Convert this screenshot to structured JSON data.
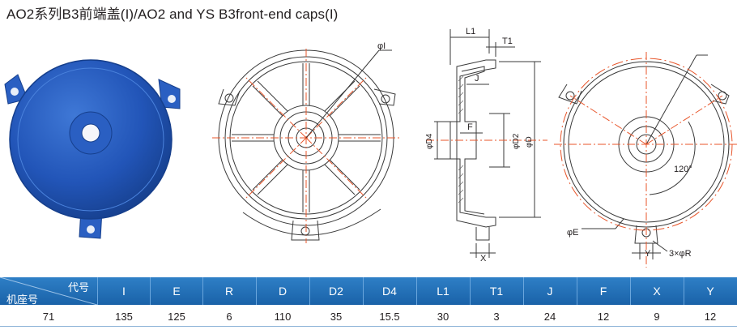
{
  "title": "AO2系列B3前端盖(I)/AO2 and YS B3front-end caps(I)",
  "drawing_labels": {
    "phi_i": "φI",
    "l1": "L1",
    "t1": "T1",
    "j": "J",
    "f": "F",
    "phi_d4": "φD4",
    "phi_d2": "φD2",
    "phi_d": "φD",
    "x": "X",
    "phi_e": "φE",
    "y": "Y",
    "angle": "120°",
    "holes": "3×φR"
  },
  "table": {
    "corner_top": "代号",
    "corner_bottom": "机座号",
    "columns": [
      "I",
      "E",
      "R",
      "D",
      "D2",
      "D4",
      "L1",
      "T1",
      "J",
      "F",
      "X",
      "Y"
    ],
    "rows": [
      {
        "frame": "71",
        "values": [
          "135",
          "125",
          "6",
          "110",
          "35",
          "15.5",
          "30",
          "3",
          "24",
          "12",
          "9",
          "12"
        ]
      }
    ]
  },
  "colors": {
    "header_blue": "#1f6db3",
    "cap_blue": "#2255b8",
    "centerline_orange": "#e8552a",
    "line_dark": "#3a3a3a"
  }
}
